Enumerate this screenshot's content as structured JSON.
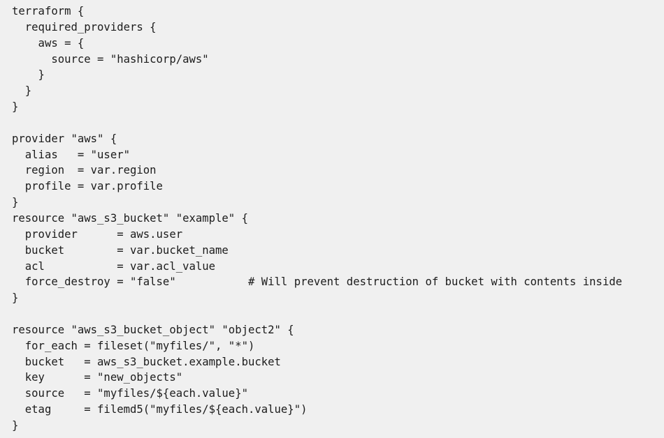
{
  "code": {
    "lines": [
      "terraform {",
      "  required_providers {",
      "    aws = {",
      "      source = \"hashicorp/aws\"",
      "    }",
      "  }",
      "}",
      "",
      "provider \"aws\" {",
      "  alias   = \"user\"",
      "  region  = var.region",
      "  profile = var.profile",
      "}",
      "resource \"aws_s3_bucket\" \"example\" {",
      "  provider      = aws.user",
      "  bucket        = var.bucket_name",
      "  acl           = var.acl_value",
      "  force_destroy = \"false\"           # Will prevent destruction of bucket with contents inside",
      "}",
      "",
      "resource \"aws_s3_bucket_object\" \"object2\" {",
      "  for_each = fileset(\"myfiles/\", \"*\")",
      "  bucket   = aws_s3_bucket.example.bucket",
      "  key      = \"new_objects\"",
      "  source   = \"myfiles/${each.value}\"",
      "  etag     = filemd5(\"myfiles/${each.value}\")",
      "}"
    ]
  }
}
